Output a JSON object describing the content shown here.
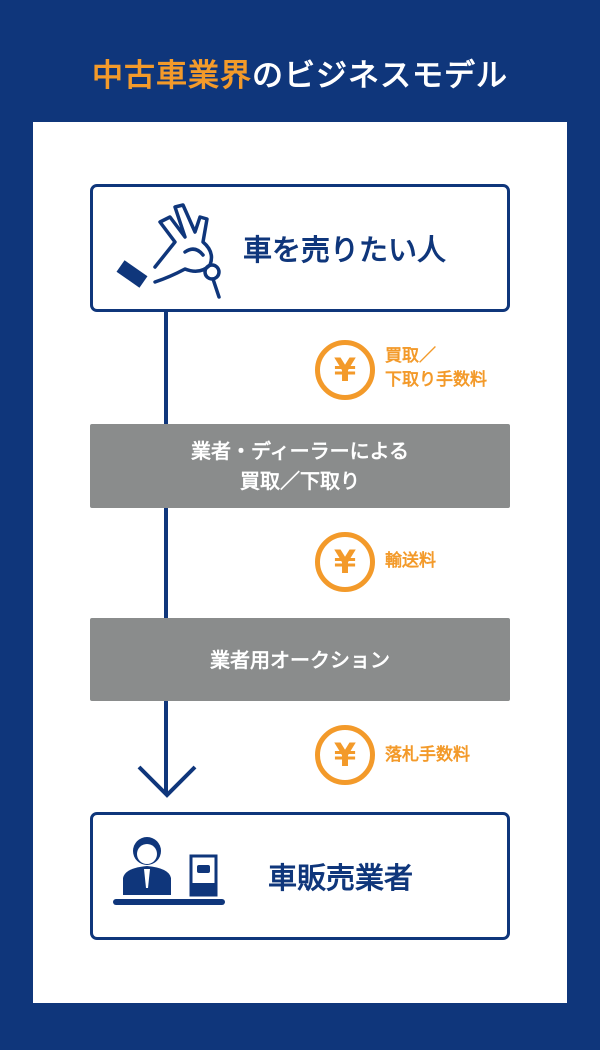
{
  "title": {
    "highlight": "中古車業界",
    "rest": "のビジネスモデル"
  },
  "nodes": {
    "seller": "車を売りたい人",
    "buyback_line1": "業者・ディーラーによる",
    "buyback_line2": "買取／下取り",
    "auction": "業者用オークション",
    "dealer": "車販売業者"
  },
  "fees": [
    {
      "symbol": "¥",
      "line1": "買取／",
      "line2": "下取り手数料"
    },
    {
      "symbol": "¥",
      "line1": "輸送料"
    },
    {
      "symbol": "¥",
      "line1": "落札手数料"
    }
  ],
  "colors": {
    "navy": "#0f367b",
    "orange": "#f39a2a",
    "gray": "#8a8c8c"
  }
}
